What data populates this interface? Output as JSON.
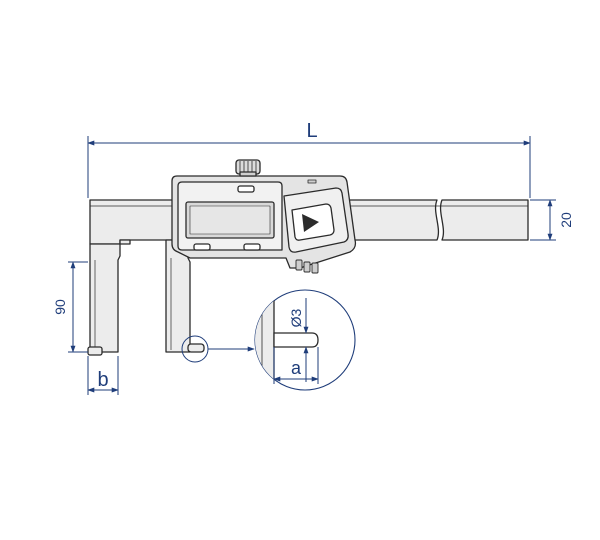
{
  "colors": {
    "dimension": "#1f3d7a",
    "outline": "#2b2b2b",
    "body_fill": "#ececec",
    "display_fill": "#d9d9d9"
  },
  "labels": {
    "length": "L",
    "height": "20",
    "jaw_depth": "90",
    "tip_width": "b",
    "pin_diameter": "Ø3",
    "pin_offset": "a"
  },
  "icons": {
    "play_button": "triangle-right-icon"
  }
}
